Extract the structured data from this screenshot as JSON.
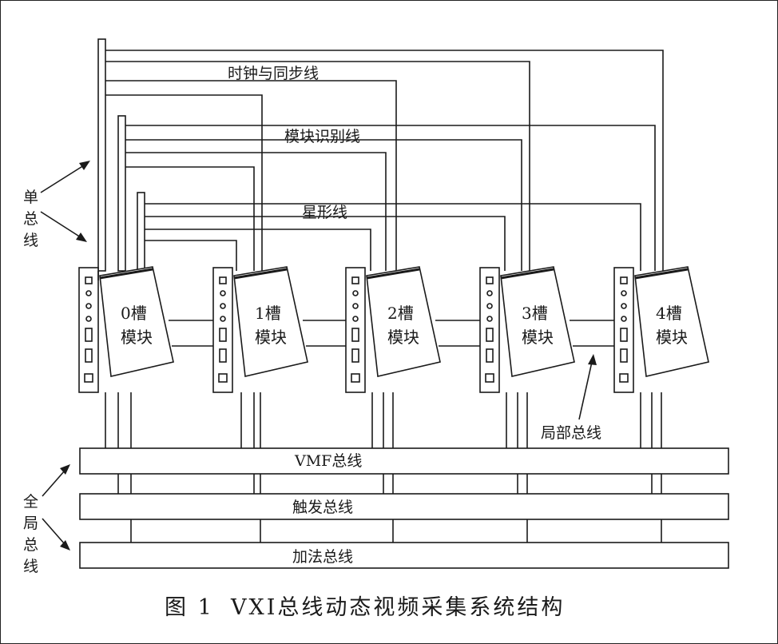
{
  "labels": {
    "single_bus_side": [
      "单",
      "总",
      "线"
    ],
    "global_bus_side": [
      "全",
      "局",
      "总",
      "线"
    ],
    "clock_sync_line": "时钟与同步线",
    "module_id_line": "模块识别线",
    "star_line": "星形线",
    "local_bus": "局部总线"
  },
  "buses": [
    "VMF总线",
    "触发总线",
    "加法总线"
  ],
  "modules": [
    {
      "line1": "0槽",
      "line2": "模块"
    },
    {
      "line1": "1槽",
      "line2": "模块"
    },
    {
      "line1": "2槽",
      "line2": "模块"
    },
    {
      "line1": "3槽",
      "line2": "模块"
    },
    {
      "line1": "4槽",
      "line2": "模块"
    }
  ],
  "caption": {
    "fig_no": "图 1",
    "title": "VXI总线动态视频采集系统结构"
  }
}
